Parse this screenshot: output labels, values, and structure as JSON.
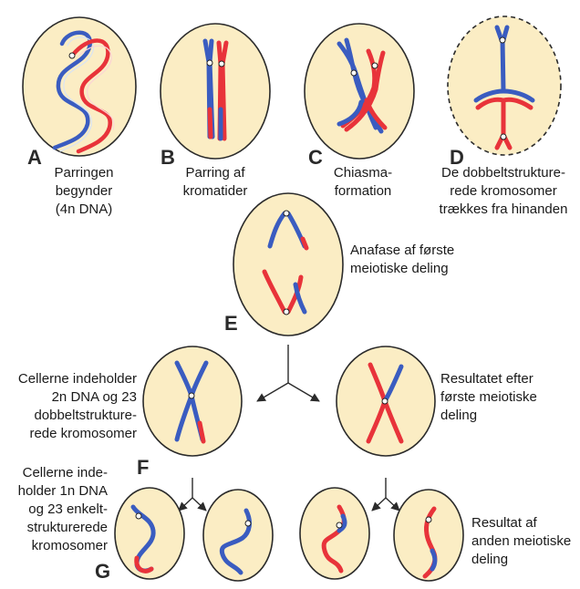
{
  "colors": {
    "cell_fill": "#fbedc4",
    "maternal": "#e8333a",
    "paternal": "#3a5cc0",
    "outline": "#2b2b2b"
  },
  "stages": {
    "A": {
      "letter": "A",
      "caption": [
        "Parringen",
        "begynder",
        "(4n DNA)"
      ]
    },
    "B": {
      "letter": "B",
      "caption": [
        "Parring af",
        "kromatider"
      ]
    },
    "C": {
      "letter": "C",
      "caption": [
        "Chiasma-",
        "formation"
      ]
    },
    "D": {
      "letter": "D",
      "caption": [
        "De dobbeltstrukture-",
        "rede kromosomer",
        "trækkes fra hinanden"
      ]
    },
    "E": {
      "letter": "E",
      "caption": [
        "Anafase af første",
        "meiotiske deling"
      ]
    },
    "F": {
      "letter": "F",
      "caption": [
        "Cellerne indeholder",
        "2n DNA og 23",
        "dobbeltstrukture-",
        "rede kromosomer"
      ]
    },
    "F2": {
      "caption": [
        "Resultatet efter",
        "første meiotiske",
        "deling"
      ]
    },
    "G": {
      "letter": "G",
      "caption": [
        "Cellerne inde-",
        "holder 1n DNA",
        "og 23 enkelt-",
        "strukturerede",
        "kromosomer"
      ]
    },
    "G2": {
      "caption": [
        "Resultat af",
        "anden meiotiske",
        "deling"
      ]
    }
  }
}
